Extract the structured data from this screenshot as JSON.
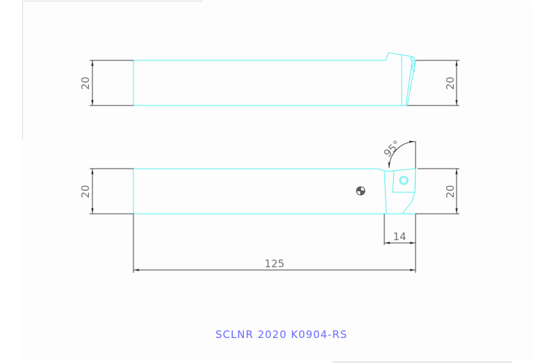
{
  "drawing": {
    "title": "SCLNR 2020 K0904-RS",
    "colors": {
      "outline": "#55eeee",
      "dimension": "#404040",
      "dimension_text": "#707070",
      "title": "#6b6bff",
      "background": "#fcfdfc"
    },
    "views": {
      "side_view": {
        "left_height_dim": "20",
        "right_height_dim": "20"
      },
      "top_view": {
        "left_height_dim": "20",
        "right_height_dim": "20",
        "angle_dim": "95°",
        "head_length_dim": "14",
        "overall_length_dim": "125"
      }
    }
  }
}
